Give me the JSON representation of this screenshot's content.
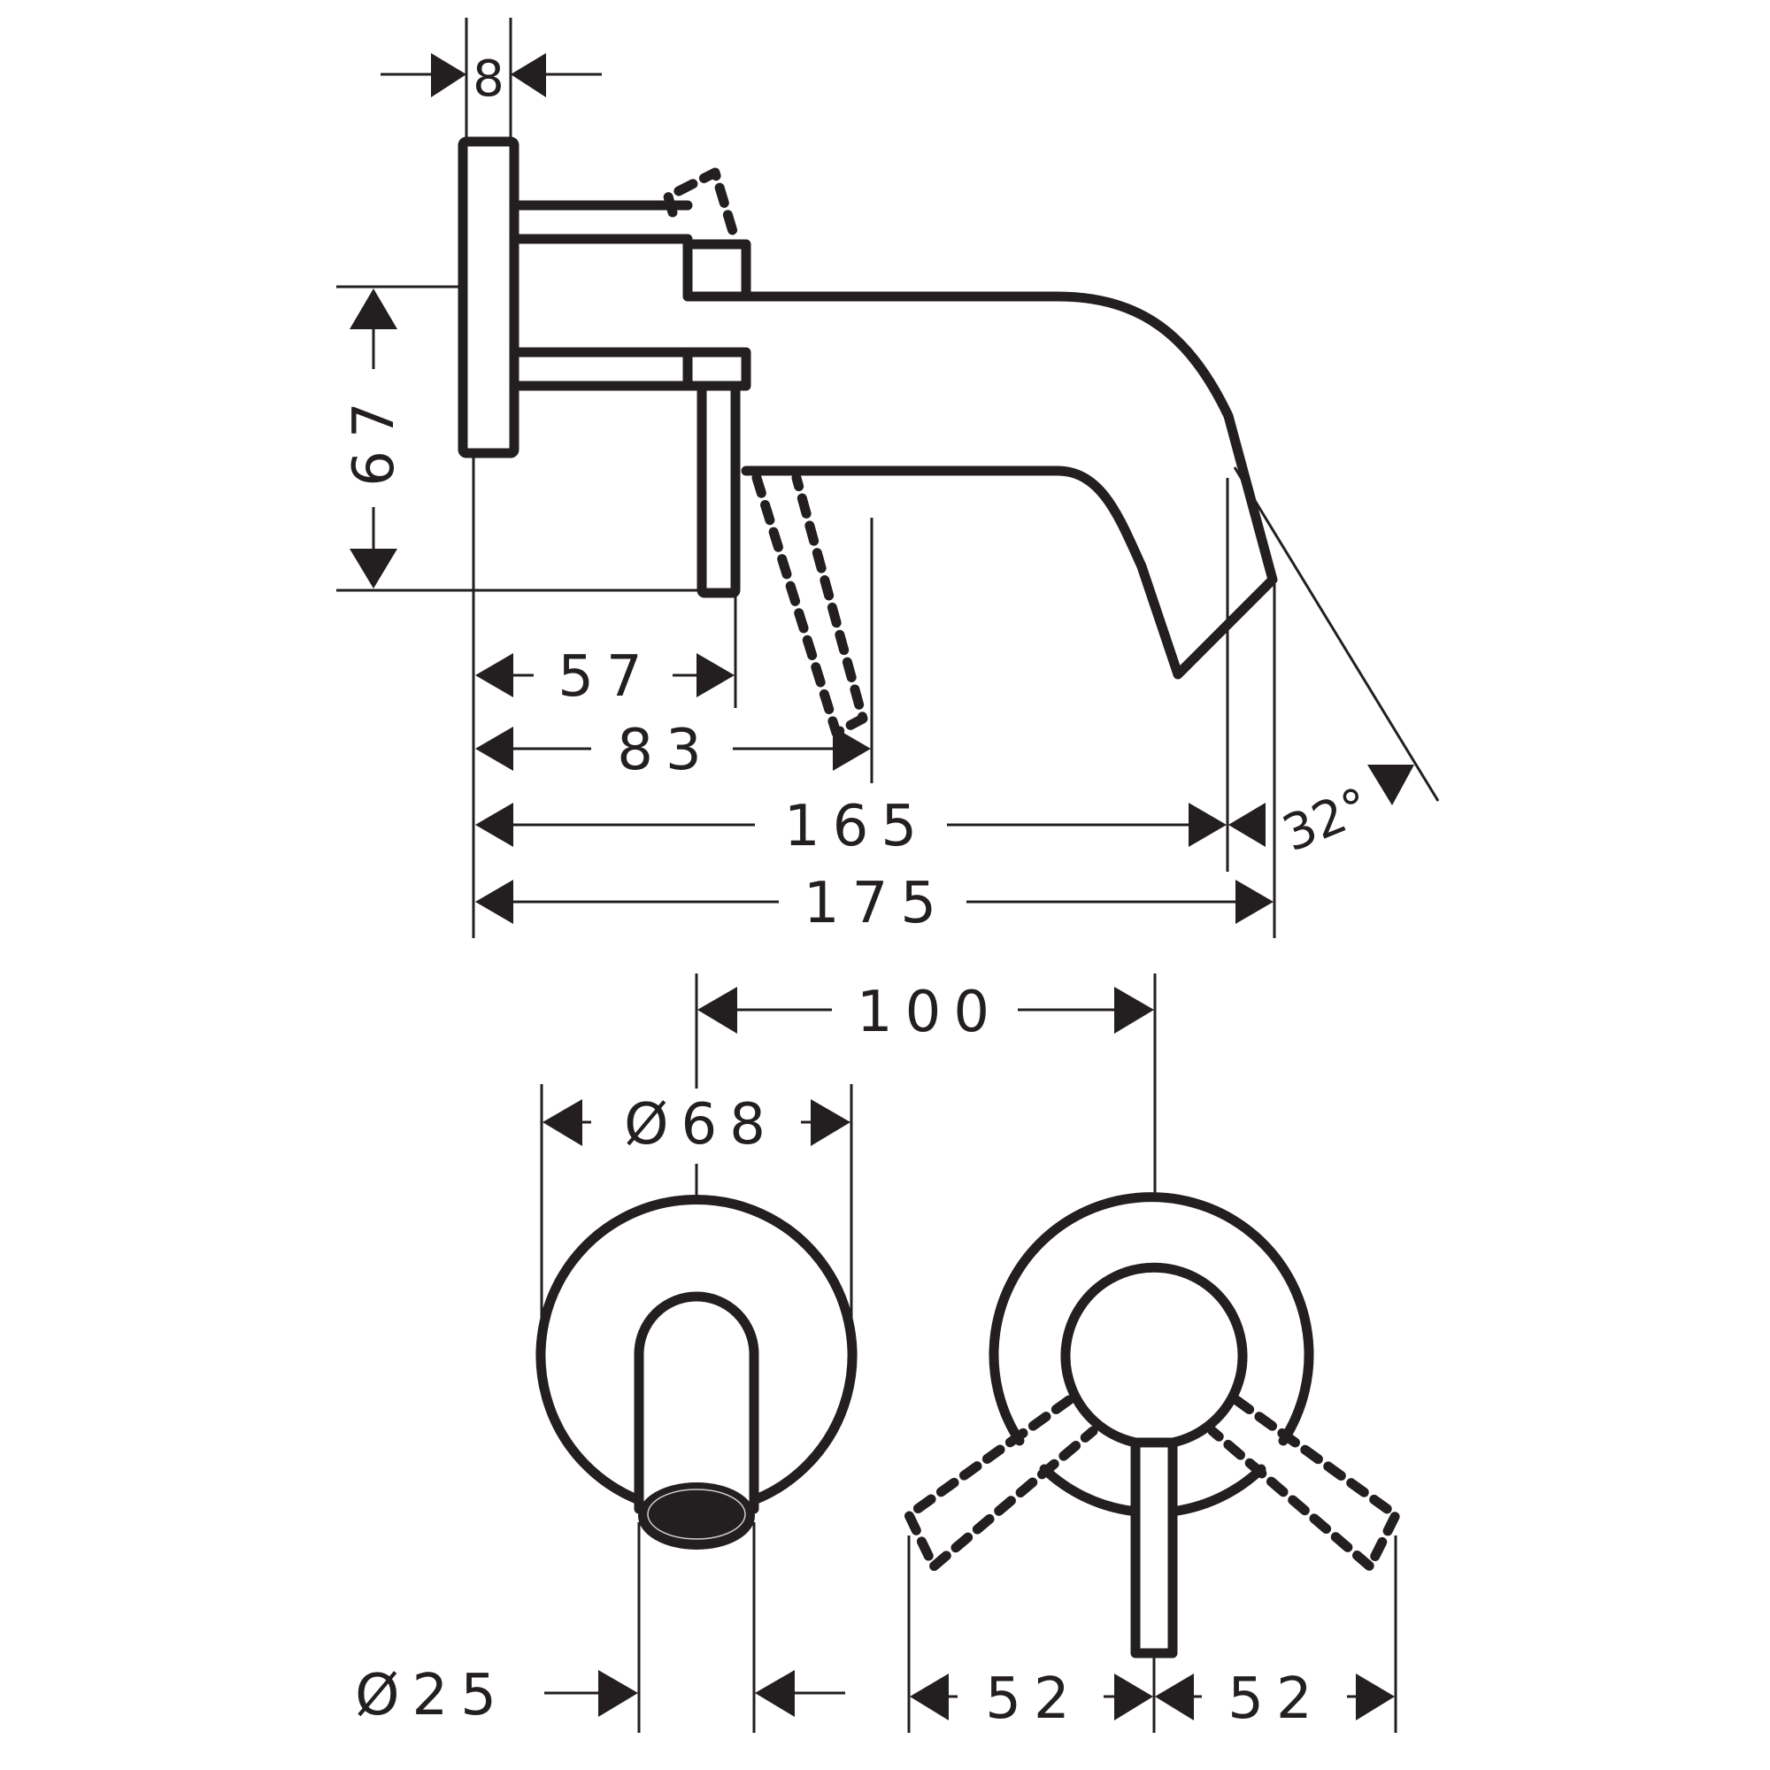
{
  "drawing": {
    "title": "Wall-mounted basin mixer dimension drawing",
    "colors": {
      "line": "#231f20",
      "background": "#ffffff"
    },
    "side_view": {
      "dimensions": {
        "plate_thickness": "8",
        "height": "67",
        "lever_distance": "57",
        "lever_open_distance": "83",
        "spout_projection": "165",
        "total_projection": "175",
        "spout_angle": "32°"
      }
    },
    "front_view": {
      "dimensions": {
        "center_distance": "100",
        "plate_diameter": "Ø68",
        "spout_diameter": "Ø25",
        "lever_swing_left": "52",
        "lever_swing_right": "52"
      }
    }
  }
}
